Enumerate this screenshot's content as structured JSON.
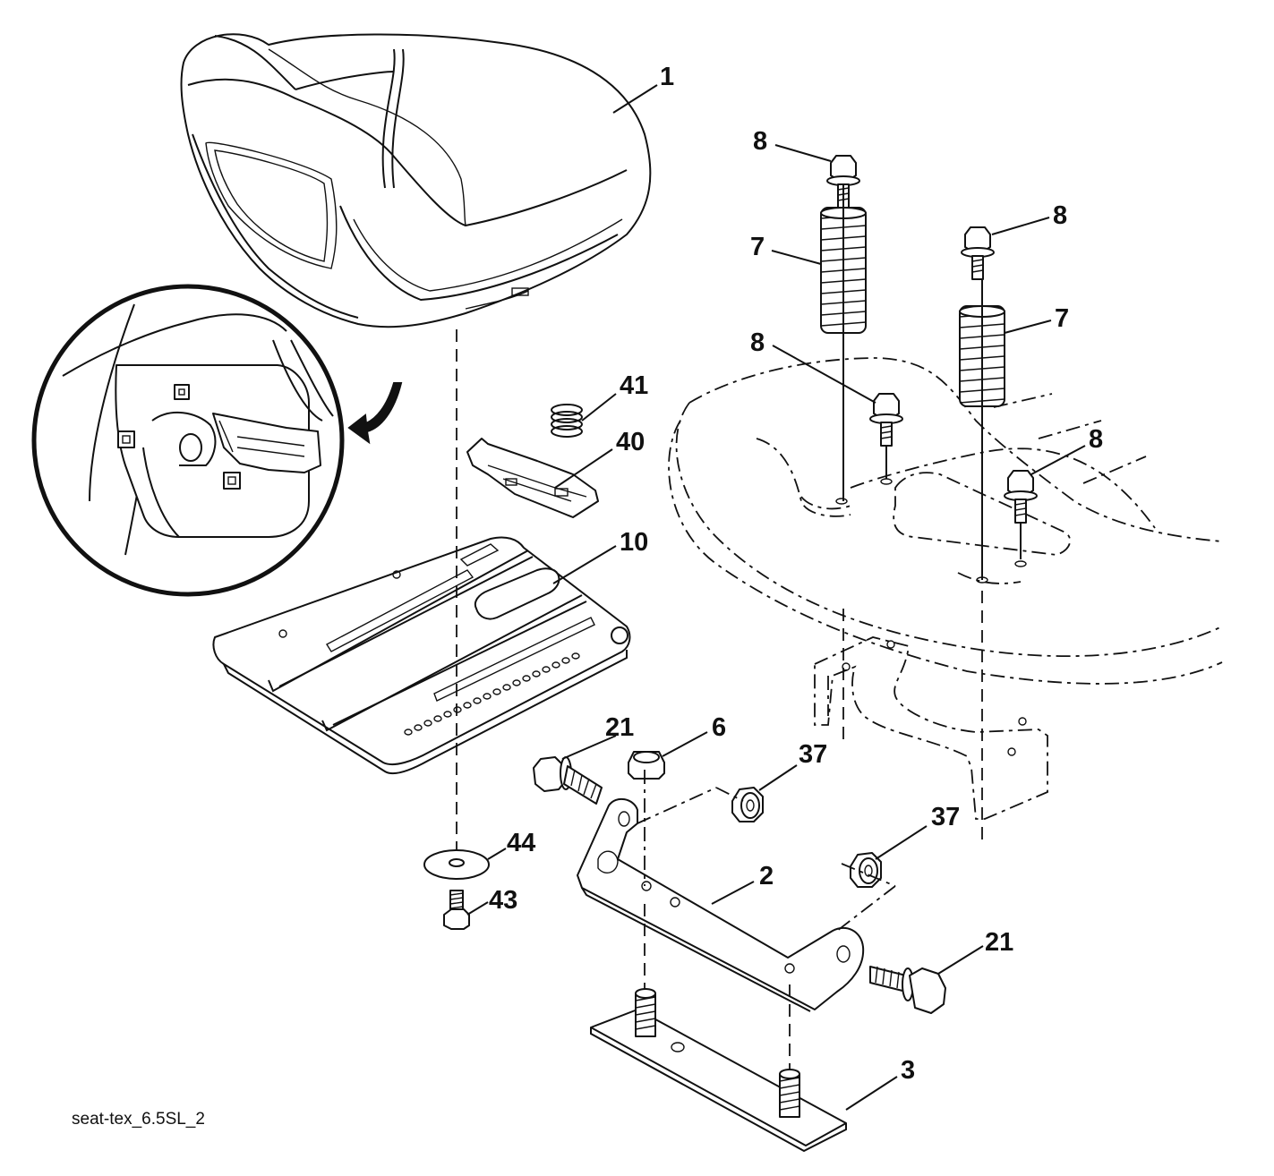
{
  "diagram": {
    "caption": "seat-tex_6.5SL_2",
    "callouts": [
      {
        "id": "c1",
        "text": "1"
      },
      {
        "id": "c8a",
        "text": "8"
      },
      {
        "id": "c8b",
        "text": "8"
      },
      {
        "id": "c8c",
        "text": "8"
      },
      {
        "id": "c8d",
        "text": "8"
      },
      {
        "id": "c7a",
        "text": "7"
      },
      {
        "id": "c7b",
        "text": "7"
      },
      {
        "id": "c41",
        "text": "41"
      },
      {
        "id": "c40",
        "text": "40"
      },
      {
        "id": "c10",
        "text": "10"
      },
      {
        "id": "c21a",
        "text": "21"
      },
      {
        "id": "c6",
        "text": "6"
      },
      {
        "id": "c37a",
        "text": "37"
      },
      {
        "id": "c37b",
        "text": "37"
      },
      {
        "id": "c44",
        "text": "44"
      },
      {
        "id": "c43",
        "text": "43"
      },
      {
        "id": "c2",
        "text": "2"
      },
      {
        "id": "c21b",
        "text": "21"
      },
      {
        "id": "c3",
        "text": "3"
      }
    ]
  }
}
